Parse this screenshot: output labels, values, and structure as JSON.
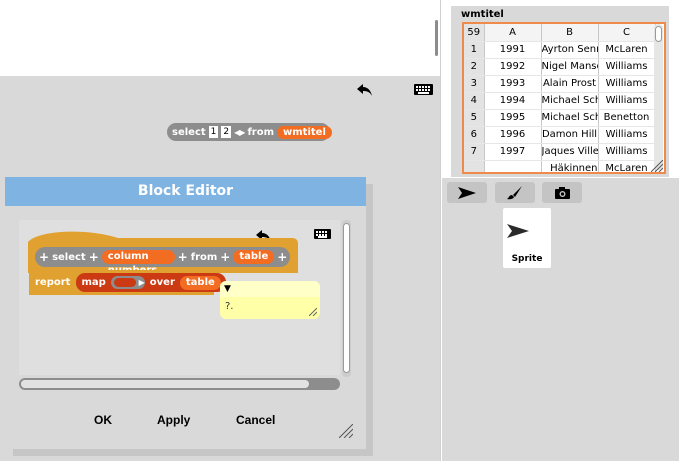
{
  "reporter": {
    "select_label": "select",
    "index_1": "1",
    "index_2": "2",
    "from_label": "from",
    "variable": "wmtitel"
  },
  "block_editor": {
    "title": "Block Editor",
    "hat": {
      "select_label": "select",
      "param_columns": "column numbers...",
      "from_label": "from",
      "param_table": "table"
    },
    "report": {
      "label": "report",
      "map_label": "map",
      "over_label": "over",
      "table_var": "table"
    },
    "comment": {
      "text": "?."
    },
    "buttons": {
      "ok": "OK",
      "apply": "Apply",
      "cancel": "Cancel"
    }
  },
  "table_view": {
    "title": "wmtitel",
    "row_count": "59",
    "columns": [
      "A",
      "B",
      "C"
    ],
    "rows": [
      {
        "n": "1",
        "a": "1991",
        "b": "Ayrton Senna",
        "c": "McLaren"
      },
      {
        "n": "2",
        "a": "1992",
        "b": "Nigel Mansell",
        "c": "Williams"
      },
      {
        "n": "3",
        "a": "1993",
        "b": "Alain Prost",
        "c": "Williams"
      },
      {
        "n": "4",
        "a": "1994",
        "b": "Michael Schumacher",
        "c": "Williams"
      },
      {
        "n": "5",
        "a": "1995",
        "b": "Michael Schumacher",
        "c": "Benetton"
      },
      {
        "n": "6",
        "a": "1996",
        "b": "Damon Hill",
        "c": "Williams"
      },
      {
        "n": "7",
        "a": "1997",
        "b": "Jaques Villeneuve",
        "c": "Williams"
      },
      {
        "n": "",
        "a": "",
        "b": "Häkinnen",
        "c": "McLaren"
      }
    ]
  },
  "corral": {
    "sprite_name": "Sprite"
  },
  "colors": {
    "title_bar": "#7fb4e2",
    "variable": "#f26c22",
    "operators": "#8d8d8d",
    "control": "#e1a130",
    "list_ops": "#cc3a14",
    "table_frame": "#f08a4b"
  }
}
